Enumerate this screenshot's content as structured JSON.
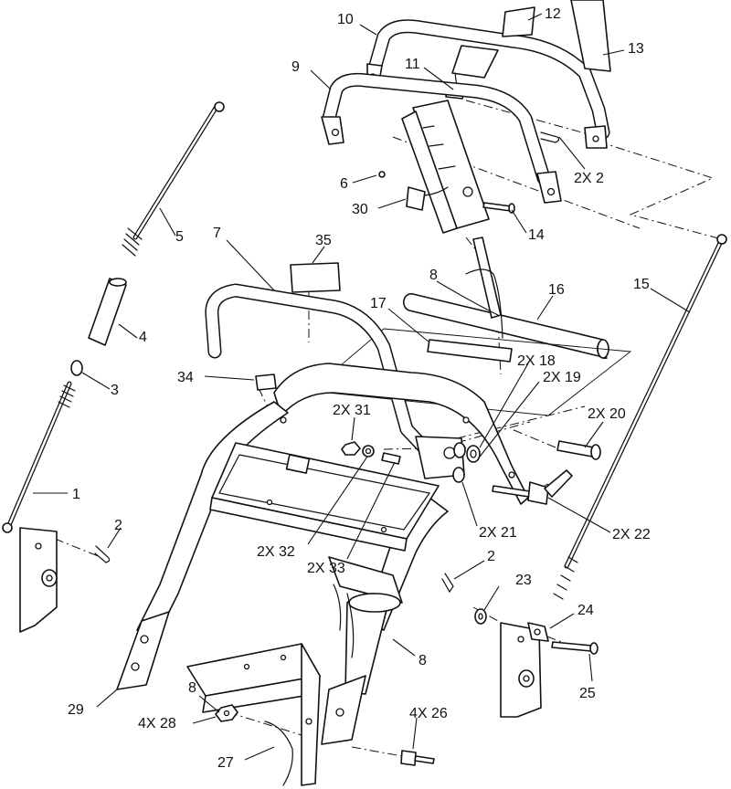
{
  "callouts": [
    {
      "id": "c10",
      "label": "10"
    },
    {
      "id": "c12",
      "label": "12"
    },
    {
      "id": "c13",
      "label": "13"
    },
    {
      "id": "c9",
      "label": "9"
    },
    {
      "id": "c11",
      "label": "11"
    },
    {
      "id": "c2x2",
      "label": "2X 2"
    },
    {
      "id": "c6",
      "label": "6"
    },
    {
      "id": "c30",
      "label": "30"
    },
    {
      "id": "c14",
      "label": "14"
    },
    {
      "id": "c5",
      "label": "5"
    },
    {
      "id": "c7",
      "label": "7"
    },
    {
      "id": "c35",
      "label": "35"
    },
    {
      "id": "c8a",
      "label": "8"
    },
    {
      "id": "c16",
      "label": "16"
    },
    {
      "id": "c15",
      "label": "15"
    },
    {
      "id": "c17",
      "label": "17"
    },
    {
      "id": "c4",
      "label": "4"
    },
    {
      "id": "c2x18",
      "label": "2X 18"
    },
    {
      "id": "c2x19",
      "label": "2X 19"
    },
    {
      "id": "c34",
      "label": "34"
    },
    {
      "id": "c3",
      "label": "3"
    },
    {
      "id": "c2x31",
      "label": "2X 31"
    },
    {
      "id": "c2x20",
      "label": "2X 20"
    },
    {
      "id": "c1",
      "label": "1"
    },
    {
      "id": "c2x21",
      "label": "2X 21"
    },
    {
      "id": "c2x22",
      "label": "2X 22"
    },
    {
      "id": "c2a",
      "label": "2"
    },
    {
      "id": "c2x32",
      "label": "2X 32"
    },
    {
      "id": "c2x33",
      "label": "2X 33"
    },
    {
      "id": "c2b",
      "label": "2"
    },
    {
      "id": "c23",
      "label": "23"
    },
    {
      "id": "c24",
      "label": "24"
    },
    {
      "id": "c8b",
      "label": "8"
    },
    {
      "id": "c29",
      "label": "29"
    },
    {
      "id": "c8c",
      "label": "8"
    },
    {
      "id": "c4x28",
      "label": "4X 28"
    },
    {
      "id": "c4x26",
      "label": "4X 26"
    },
    {
      "id": "c25",
      "label": "25"
    },
    {
      "id": "c27",
      "label": "27"
    }
  ]
}
